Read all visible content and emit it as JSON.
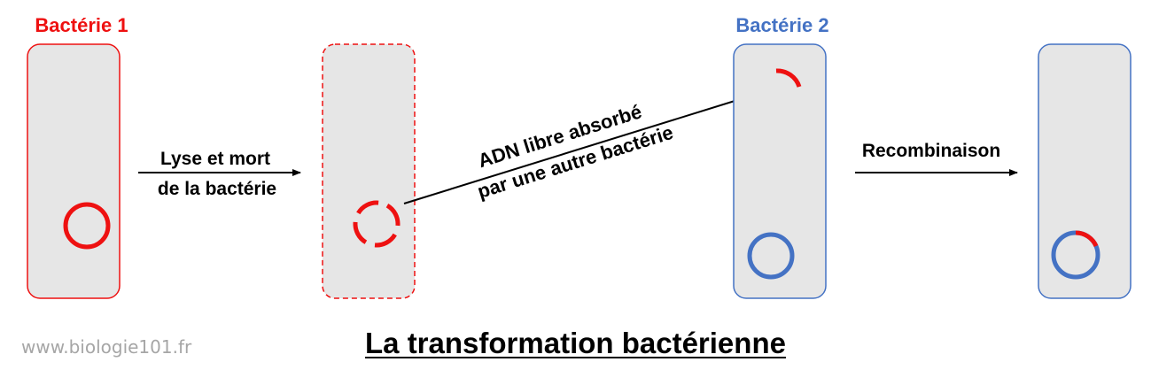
{
  "bacteria": {
    "b1_label": "Bactérie 1",
    "b2_label": "Bactérie 2"
  },
  "steps": {
    "lysis_line1": "Lyse et mort",
    "lysis_line2": "de la bactérie",
    "absorb_line1": "ADN libre absorbé",
    "absorb_line2": "par une autre bactérie",
    "recomb": "Recombinaison"
  },
  "title": "La transformation bactérienne",
  "watermark": "www.biologie101.fr",
  "colors": {
    "bacteria1": "#ee1111",
    "bacteria2": "#4472c4",
    "cell_fill": "#e6e6e6",
    "title_b1": "#ee1111",
    "title_b2": "#4472c4"
  }
}
